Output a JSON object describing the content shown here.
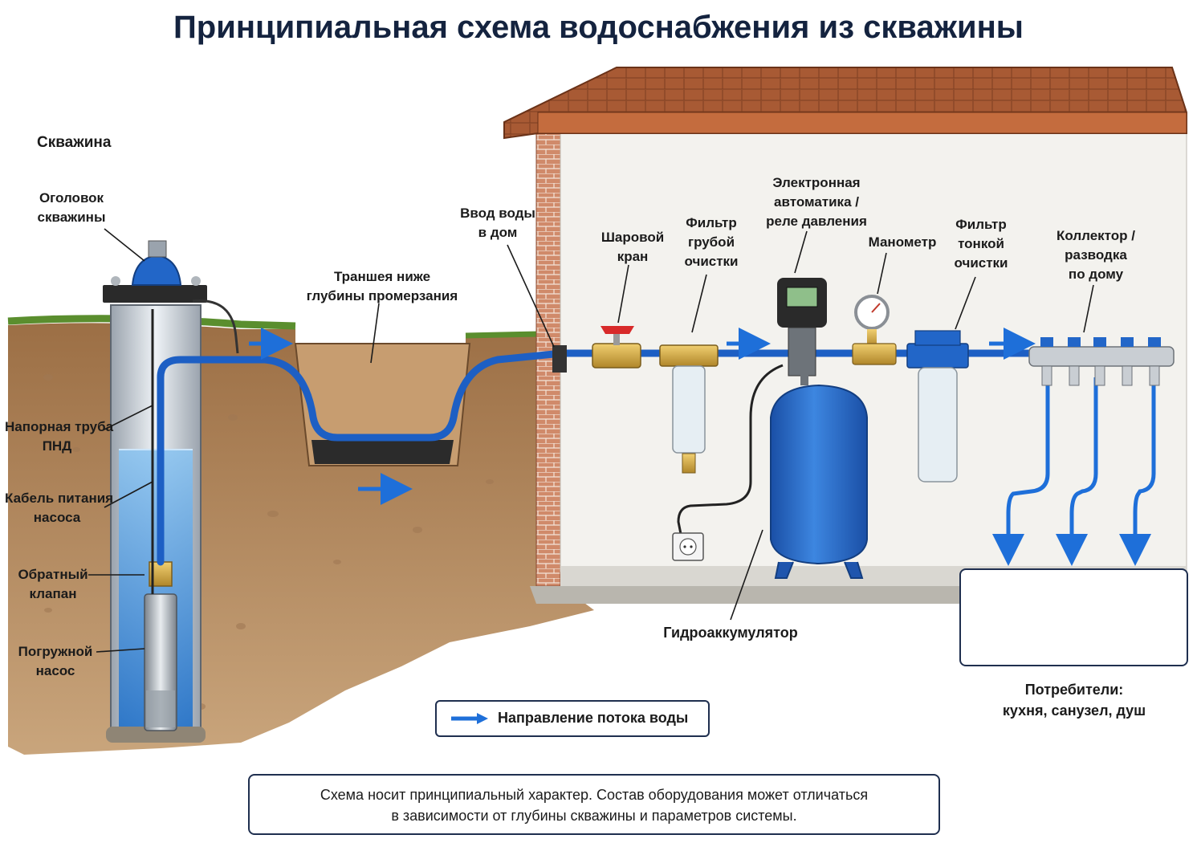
{
  "title": "Принципиальная схема водоснабжения из скважины",
  "labels": {
    "well": "Скважина",
    "wellhead": [
      "Оголовок",
      "скважины"
    ],
    "pressure_pipe": [
      "Напорная труба",
      "ПНД"
    ],
    "power_cable": [
      "Кабель питания",
      "насоса"
    ],
    "check_valve": [
      "Обратный",
      "клапан"
    ],
    "submersible_pump": [
      "Погружной",
      "насос"
    ],
    "trench": [
      "Траншея ниже",
      "глубины промерзания"
    ],
    "water_inlet": [
      "Ввод воды",
      "в дом"
    ],
    "ball_valve": [
      "Шаровой",
      "кран"
    ],
    "coarse_filter": [
      "Фильтр",
      "грубой",
      "очистки"
    ],
    "automation": [
      "Электронная",
      "автоматика /",
      "реле давления"
    ],
    "manometer": "Манометр",
    "fine_filter": [
      "Фильтр",
      "тонкой",
      "очистки"
    ],
    "collector": [
      "Коллектор /",
      "разводка",
      "по дому"
    ],
    "accumulator": "Гидроаккумулятор",
    "consumers": [
      "Потребители:",
      "кухня, санузел, душ"
    ]
  },
  "legend": {
    "text": "Направление потока воды",
    "arrow_color": "#1e6fd9"
  },
  "note": [
    "Схема носит принципиальный характер. Состав оборудования может отличаться",
    "в зависимости от глубины скважины и параметров системы."
  ],
  "colors": {
    "pipe": "#1d5fc4",
    "soil": "#b48a5f",
    "water": "#2f7fd6",
    "roof": "#a85a34",
    "brick": "#c9785a",
    "tank": "#2266c8"
  },
  "icons": [
    "sink-icon",
    "toilet-icon",
    "shower-icon",
    "socket-icon"
  ]
}
